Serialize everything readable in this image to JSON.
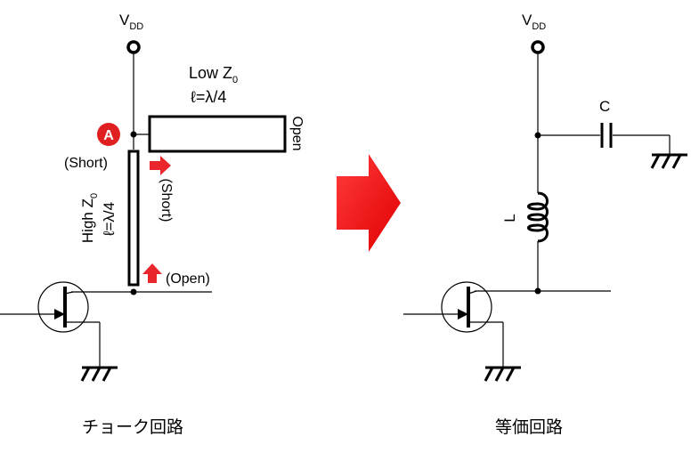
{
  "left": {
    "vdd": {
      "main": "V",
      "sub": "DD"
    },
    "marker_label": "A",
    "low_line": {
      "label": "Low Z",
      "sub": "0",
      "length": "ℓ=λ/4",
      "end_label": "Open"
    },
    "high_line": {
      "label": "High Z",
      "sub": "0",
      "length": "ℓ=λ/4"
    },
    "short_left": "(Short)",
    "short_rotated": "(Short)",
    "open_bottom": "(Open)",
    "caption": "チョーク回路"
  },
  "right": {
    "vdd": {
      "main": "V",
      "sub": "DD"
    },
    "capacitor_label": "C",
    "inductor_label": "L",
    "caption": "等価回路"
  },
  "colors": {
    "accent": "#e8262b",
    "marker": "#e02020",
    "line": "#000000"
  }
}
